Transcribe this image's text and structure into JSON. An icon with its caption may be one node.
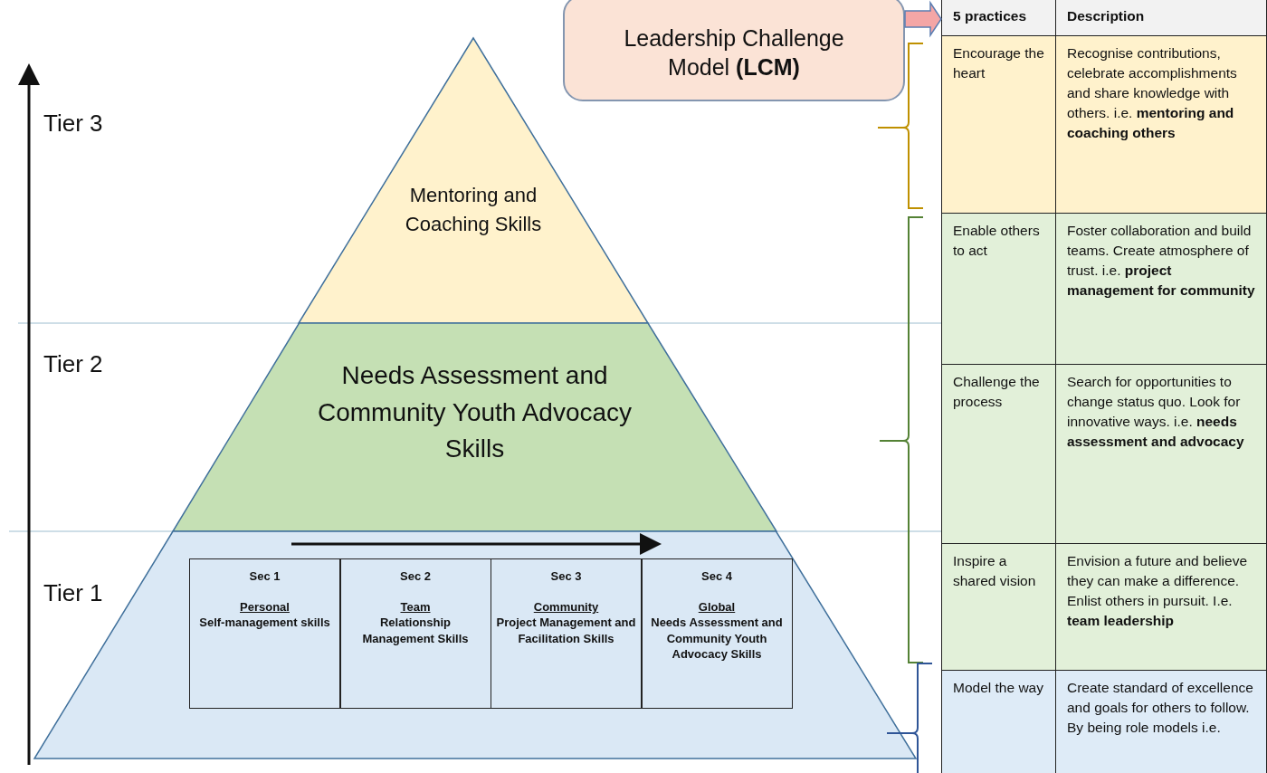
{
  "diagram": {
    "nodes": [
      {
        "text": [
          "Leadership Challenge Model **(LCM)**"
        ]
      },
      {
        "text": [
          "Mentoring and Coaching Skills"
        ]
      },
      {
        "text": [
          "Needs Assessment and Community Youth Advocacy Skills"
        ]
      },
      {
        "text": [],
        "shape": "trapezoid"
      },
      {
        "text": [
          "Sec 1",
          "Personal",
          "Self-management skills"
        ],
        "in": 3
      },
      {
        "text": [
          "Sec 2",
          "Team",
          "Relationship Management Skills"
        ],
        "in": 3
      },
      {
        "text": [
          "Sec 3",
          "Community",
          "Project Management and Facilitation Skills"
        ],
        "in": 3
      },
      {
        "text": [
          "Sec 4",
          "Global",
          "Needs Assessment and Community Youth Advocacy Skills"
        ],
        "in": 3
      },
      {
        "text": [
          "5 practices"
        ]
      },
      {
        "text": [
          "Description"
        ]
      },
      {
        "text": [
          "Encourage the heart"
        ]
      },
      {
        "text": [
          "Recognise contributions, celebrate accomplishments and share knowledge with others. i.e. **mentoring and coaching others**"
        ]
      },
      {
        "text": [
          "Enable others to act"
        ]
      },
      {
        "text": [
          "Foster collaboration and build teams. Create atmosphere of trust. i.e. **project management for community**"
        ]
      },
      {
        "text": [
          "Challenge the process"
        ]
      },
      {
        "text": [
          "Search for opportunities to change status quo. Look for innovative ways. i.e. **needs assessment and advocacy**"
        ]
      },
      {
        "text": [
          "Inspire a shared vision"
        ]
      },
      {
        "text": [
          "Envision a future and believe they can make a difference. Enlist others in pursuit. I.e. **team leadership**"
        ]
      },
      {
        "text": [
          "Model the way"
        ]
      },
      {
        "text": [
          "Create standard of excellence and goals for others to follow. By being role models i.e."
        ]
      }
    ],
    "edges": [
      {
        "from": 0,
        "to": 8,
        "arrow": "to"
      }
    ],
    "labels": [
      "Tier 3",
      "Tier 2",
      "Tier 1"
    ]
  }
}
